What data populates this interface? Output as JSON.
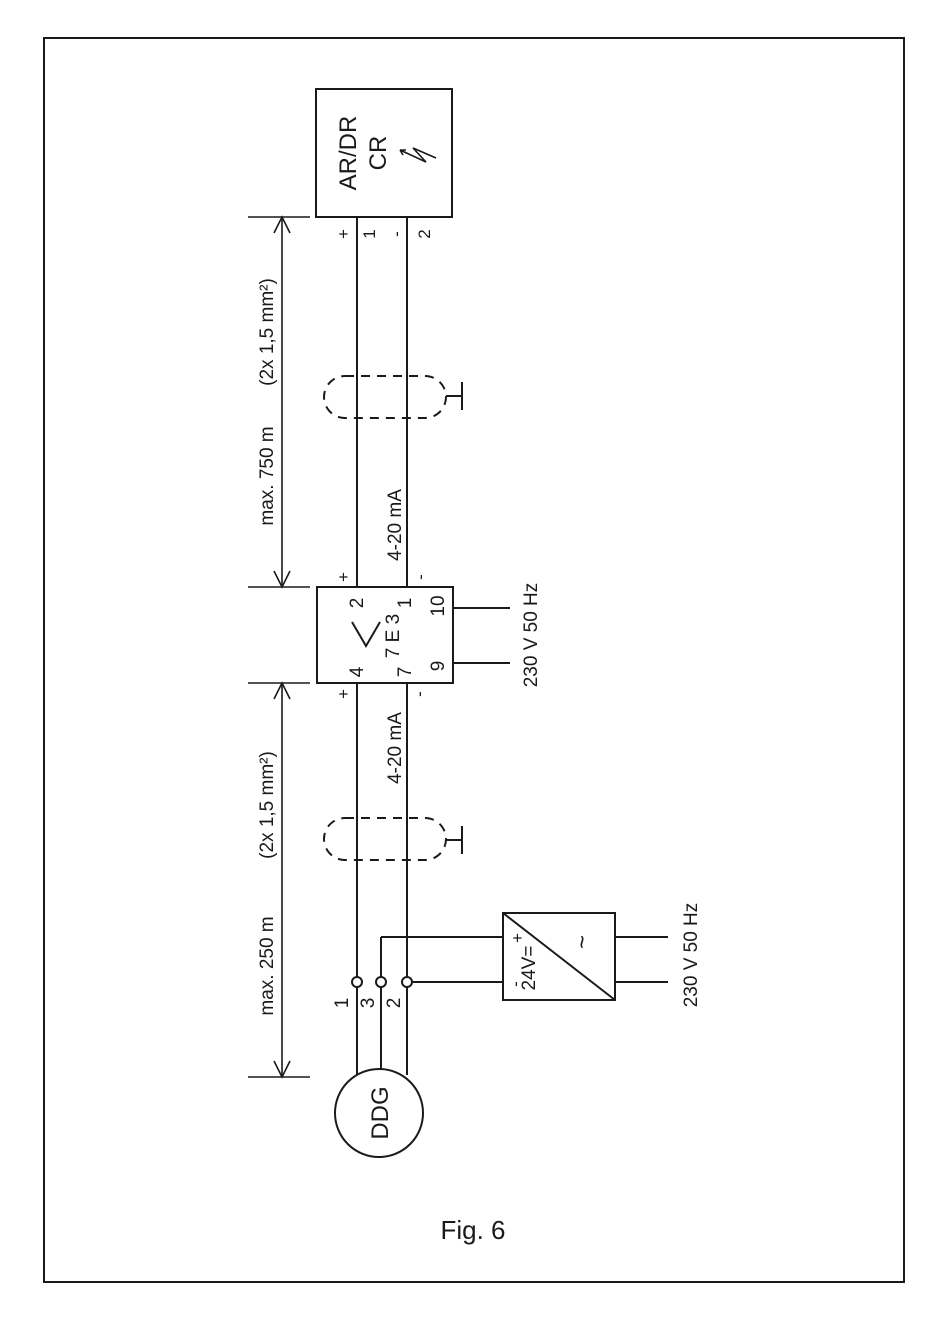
{
  "figure": {
    "caption": "Fig. 6"
  },
  "receiver": {
    "label_line1": "AR/DR",
    "label_line2": "CR",
    "term_plus_sign": "+",
    "term_plus_num": "1",
    "term_minus_sign": "-",
    "term_minus_num": "2"
  },
  "isolator": {
    "label": "7 E 3",
    "symbol": ">",
    "in_plus_sign": "+",
    "in_plus_num": "4",
    "in_minus_sign": "-",
    "in_minus_num": "7",
    "out_plus_sign": "+",
    "out_plus_num": "2",
    "out_minus_sign": "-",
    "out_minus_num": "1",
    "supply_term_a": "9",
    "supply_term_b": "10",
    "supply_label": "230 V  50 Hz"
  },
  "cable_upper": {
    "signal": "4-20 mA",
    "length": "max. 750 m",
    "cross_section": "(2x 1,5 mm²)"
  },
  "cable_lower": {
    "signal": "4-20 mA",
    "length": "max. 250 m",
    "cross_section": "(2x 1,5 mm²)"
  },
  "power_supply": {
    "output_label": "24V=",
    "plus": "+",
    "minus": "-",
    "ac_symbol": "~",
    "supply_label": "230 V  50 Hz"
  },
  "sensor": {
    "label": "DDG",
    "term1": "1",
    "term2": "3",
    "term3": "2"
  }
}
